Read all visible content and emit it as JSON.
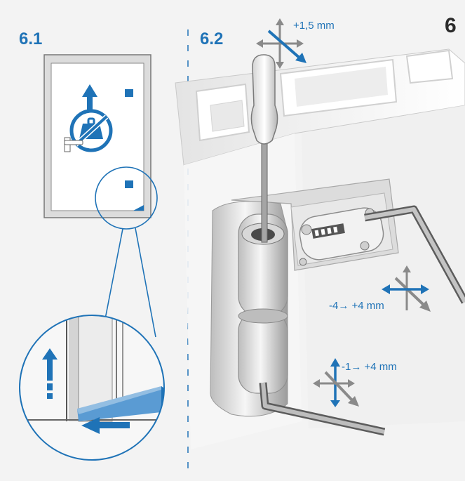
{
  "section_number": "6",
  "steps": [
    {
      "label": "6.1"
    },
    {
      "label": "6.2"
    }
  ],
  "adjustments": {
    "vertical": "+1,5 mm",
    "lateral": "-4→ +4 mm",
    "compression": "-1→ +4 mm"
  },
  "colors": {
    "accent": "#1f73b7",
    "background": "#f3f3f3"
  }
}
